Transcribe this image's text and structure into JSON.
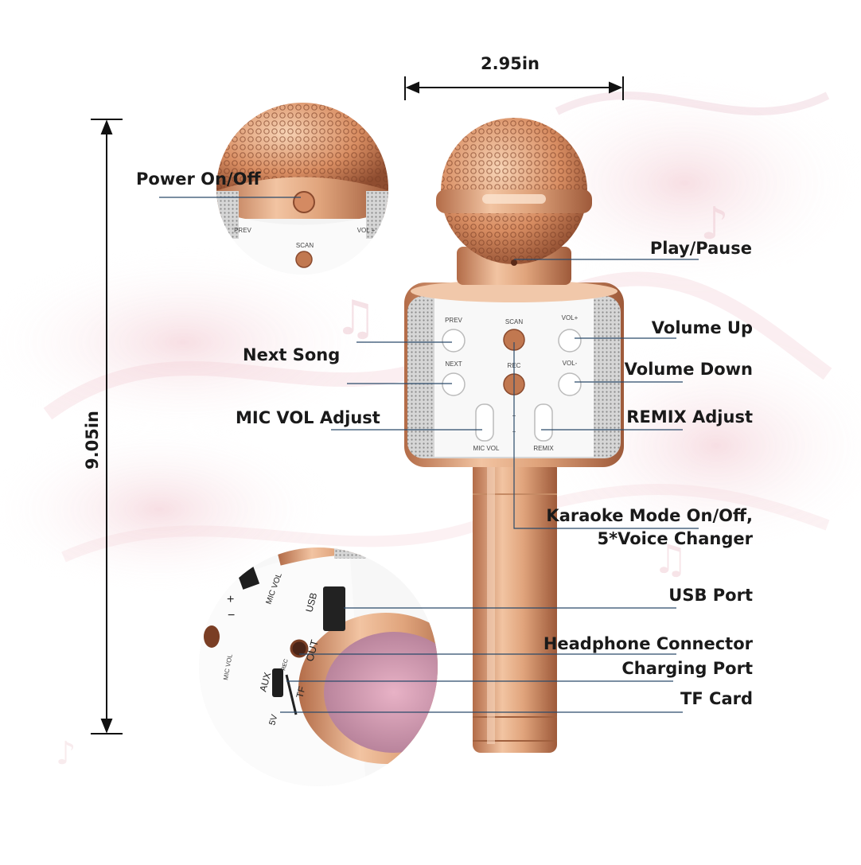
{
  "dimensions": {
    "width": "2.95in",
    "height": "9.05in"
  },
  "callouts": {
    "power": "Power On/Off",
    "play_pause": "Play/Pause",
    "volume_up": "Volume Up",
    "next_song": "Next Song",
    "volume_down": "Volume Down",
    "mic_vol_adjust": "MIC VOL Adjust",
    "remix_adjust": "REMIX Adjust",
    "karaoke_line1": "Karaoke Mode On/Off,",
    "karaoke_line2": "5*Voice Changer",
    "usb_port": "USB Port",
    "headphone": "Headphone Connector",
    "charging": "Charging Port",
    "tf_card": "TF Card"
  },
  "panel_labels": {
    "prev": "PREV",
    "scan": "SCAN",
    "vol_plus": "VOL+",
    "next": "NEXT",
    "rec": "REC",
    "vol_minus": "VOL-",
    "mic_vol": "MIC VOL",
    "remix": "REMIX",
    "plus": "+",
    "minus": "−"
  },
  "bottom_labels": {
    "usb": "USB",
    "out": "OUT",
    "rec": "REC",
    "aux": "AUX",
    "tf": "TF",
    "five_v": "5V",
    "mic_vol": "MIC VOL",
    "plus": "+",
    "minus": "−"
  },
  "top_inset_labels": {
    "prev": "PREV",
    "scan": "SCAN",
    "vol": "VOL +"
  },
  "colors": {
    "rose_gold": "#e0a47c",
    "rose_gold_dark": "#b36c48",
    "label": "#1a1a1a",
    "line": "#2a4a6a",
    "pink_bg": "#f3d6dc"
  }
}
